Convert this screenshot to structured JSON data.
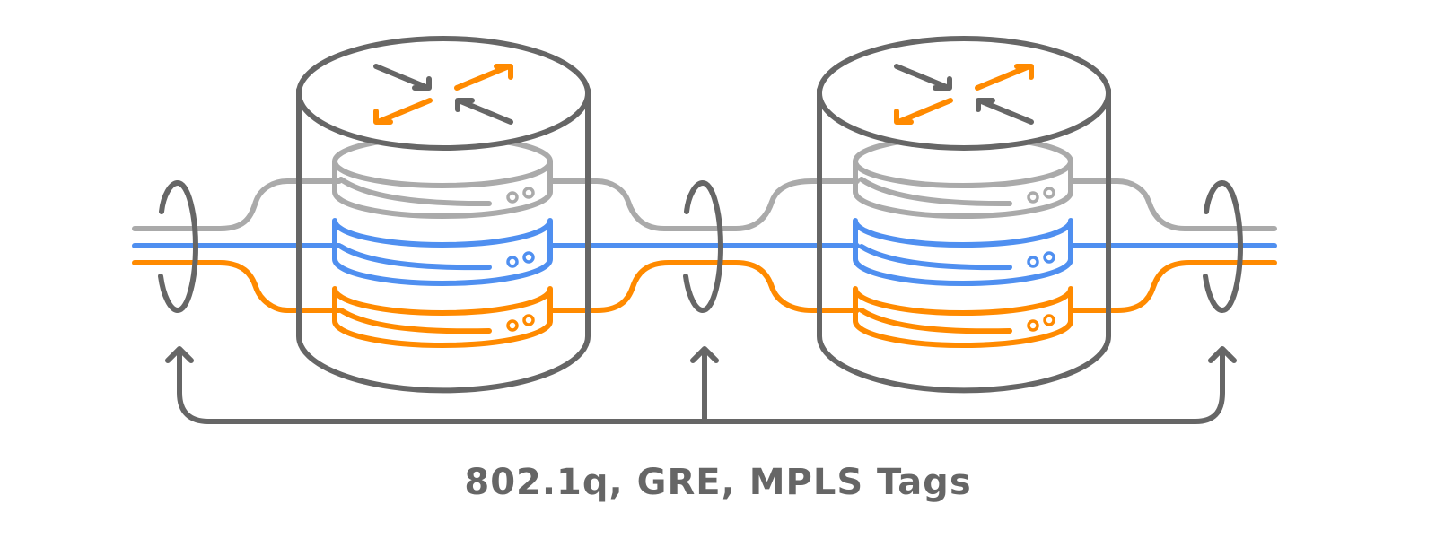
{
  "caption": "802.1q, GRE, MPLS Tags",
  "colors": {
    "frame": "#666666",
    "gray": "#aaaaaa",
    "blue": "#4f8ff0",
    "orange": "#ff8a00",
    "background": "#ffffff"
  },
  "icons": {
    "router": "router-icon",
    "server": "server-stack-icon",
    "tag": "tag-ring-icon"
  },
  "diagram": {
    "routers": 2,
    "servers_per_router": 3,
    "tag_rings": 3,
    "lanes": [
      "gray",
      "blue",
      "orange"
    ]
  }
}
